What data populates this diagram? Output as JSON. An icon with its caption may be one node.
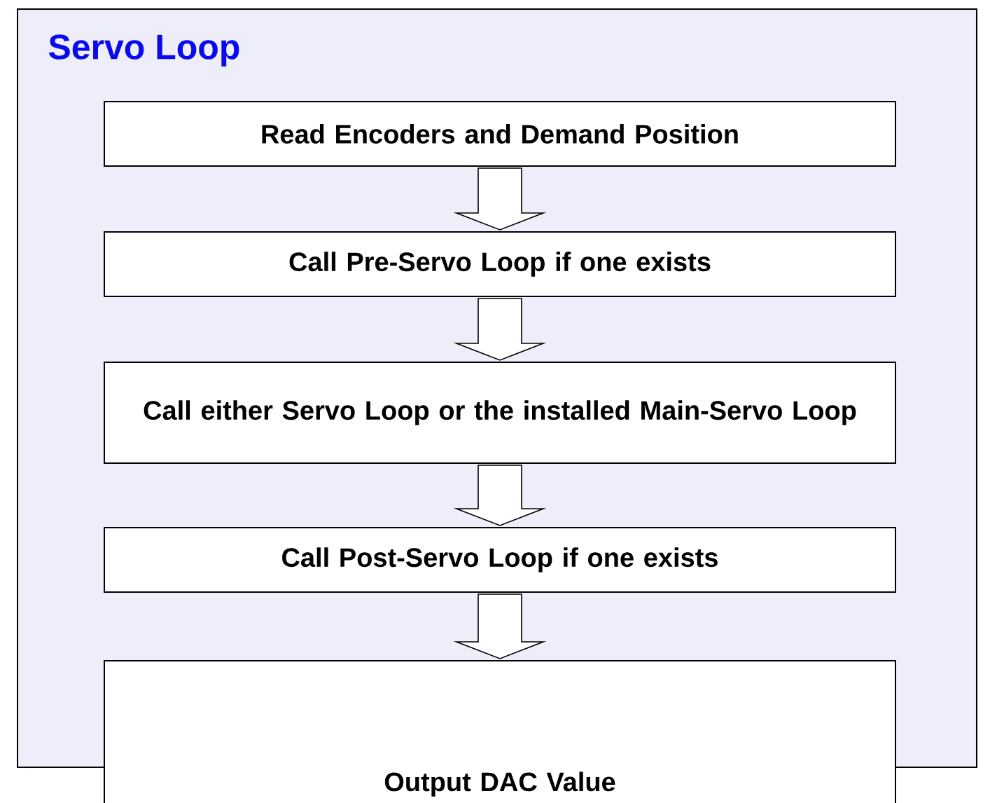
{
  "diagram": {
    "title": "Servo Loop",
    "nodes": [
      {
        "text": [],
        "shape": "box"
      },
      {
        "text": [
          "Read Encoders and Demand Position"
        ],
        "in": 0
      },
      {
        "text": [
          "Call Pre-Servo Loop if one exists"
        ],
        "in": 0
      },
      {
        "text": [
          "Call either Servo Loop or the installed Main-Servo Loop"
        ],
        "in": 0
      },
      {
        "text": [
          "Call Post-Servo Loop if one exists"
        ],
        "in": 0
      },
      {
        "text": [
          "Output DAC Value"
        ]
      }
    ],
    "edges": [
      {
        "from": 1,
        "to": 2,
        "arrow": "to"
      },
      {
        "from": 2,
        "to": 3,
        "arrow": "to"
      },
      {
        "from": 3,
        "to": 4,
        "arrow": "to"
      },
      {
        "from": 4,
        "to": 5,
        "arrow": "to"
      }
    ]
  }
}
